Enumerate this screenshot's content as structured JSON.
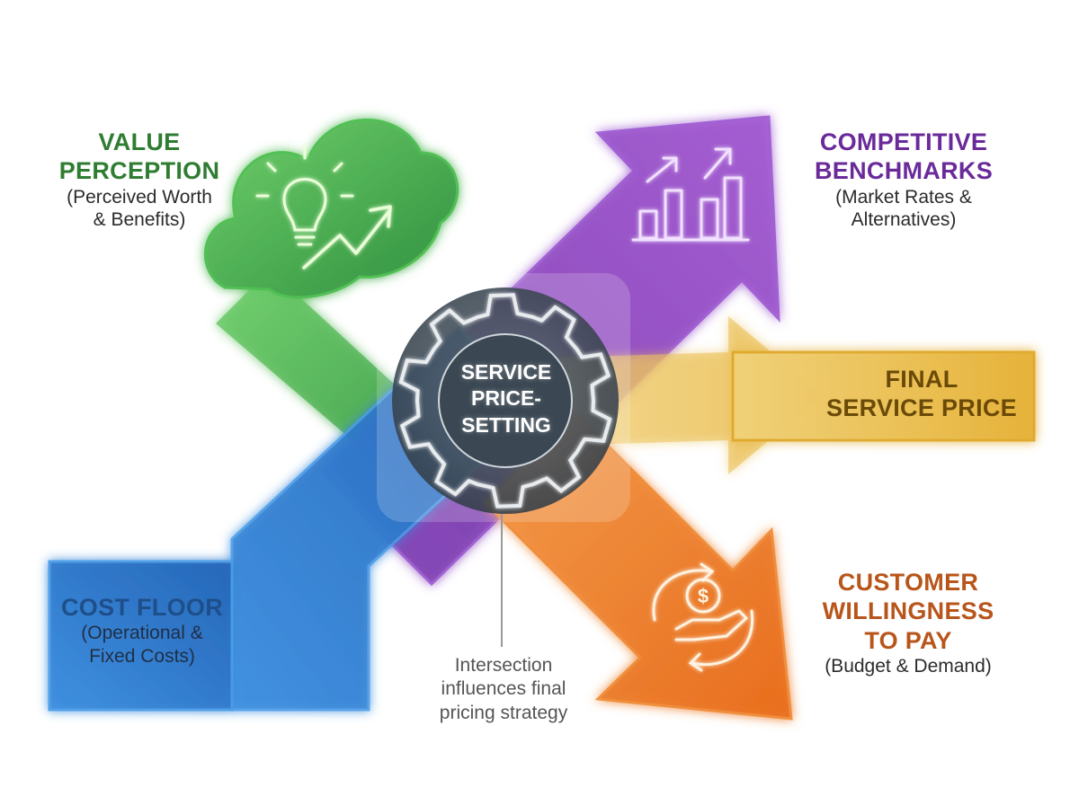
{
  "center": {
    "title": "SERVICE\nPRICE-\nSETTING"
  },
  "value_perception": {
    "title": "VALUE\nPERCEPTION",
    "subtitle": "(Perceived Worth\n& Benefits)"
  },
  "competitive_benchmarks": {
    "title": "COMPETITIVE\nBENCHMARKS",
    "subtitle": "(Market Rates &\nAlternatives)"
  },
  "final_price": {
    "title": "FINAL\nSERVICE PRICE"
  },
  "cost_floor": {
    "title": "COST FLOOR",
    "subtitle": "(Operational &\nFixed Costs)"
  },
  "willingness": {
    "title": "CUSTOMER\nWILLINGNESS\nTO PAY",
    "subtitle": "(Budget & Demand)"
  },
  "note": "Intersection\ninfluences final\npricing strategy",
  "colors": {
    "green": "#3aa34a",
    "purple": "#8a3fb8",
    "gold": "#e9b73a",
    "orange": "#ee7d24",
    "blue": "#2f7fd2",
    "green_text": "#2f7d32",
    "purple_text": "#6a2a9a",
    "gold_text": "#7a5a10",
    "orange_text": "#b8551a",
    "blue_text": "#1f4f8a",
    "hub": "#3e4c58"
  },
  "icons": [
    "lightbulb-icon",
    "trend-up-arrow-icon",
    "bar-chart-icon",
    "dollar-coin-icon",
    "hand-icon",
    "cycle-arrows-icon",
    "gear-icon"
  ]
}
